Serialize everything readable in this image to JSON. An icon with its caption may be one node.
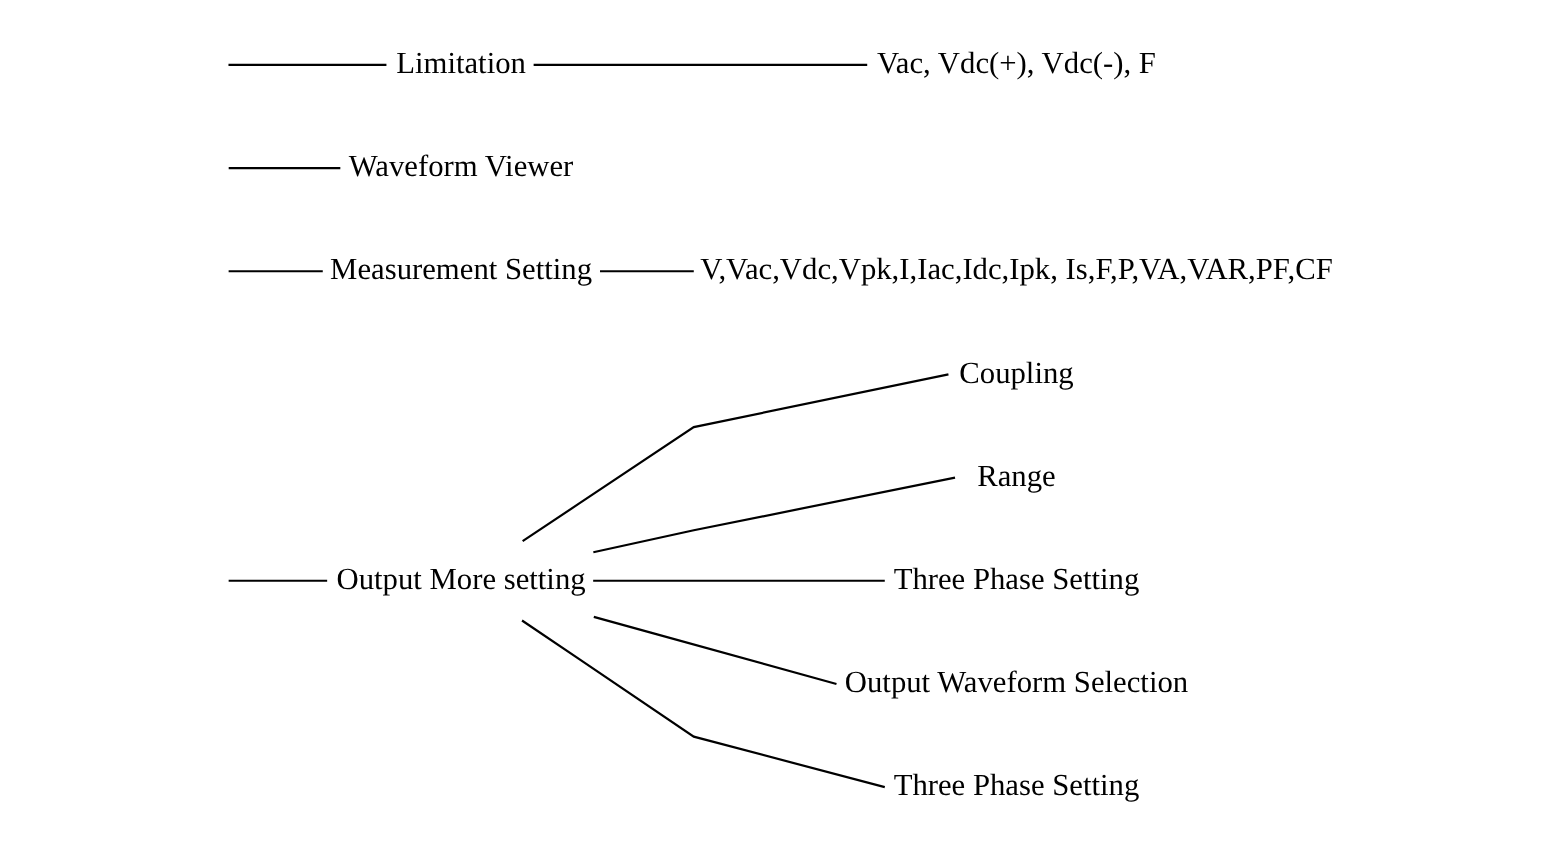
{
  "diagram": {
    "nodes": [
      {
        "text": [
          "Output More setting"
        ]
      },
      {
        "text": [
          "Coupling"
        ]
      },
      {
        "text": [
          "Range"
        ]
      },
      {
        "text": [
          "Three Phase Setting"
        ]
      },
      {
        "text": [
          "Output Waveform Selection"
        ]
      },
      {
        "text": [
          "Three Phase Setting"
        ]
      },
      {
        "text": [
          "Measurement Setting"
        ]
      },
      {
        "text": [
          "V,Vac,Vdc,Vpk,I,Iac,Idc,Ipk, Is,F,P,VA,VAR,PF,CF"
        ]
      },
      {
        "text": [
          "Waveform Viewer"
        ]
      },
      {
        "text": [
          "Limitation"
        ]
      },
      {
        "text": [
          "Vac, Vdc(+), Vdc(-), F"
        ]
      }
    ],
    "edges": [
      {
        "from": null,
        "to": 0,
        "arrow": "none"
      },
      {
        "from": 0,
        "to": 1,
        "arrow": "none"
      },
      {
        "from": 0,
        "to": 2,
        "arrow": "none"
      },
      {
        "from": 0,
        "to": 3,
        "arrow": "none"
      },
      {
        "from": 0,
        "to": 4,
        "arrow": "none"
      },
      {
        "from": 0,
        "to": 5,
        "arrow": "none"
      },
      {
        "from": null,
        "to": 6,
        "arrow": "none"
      },
      {
        "from": 6,
        "to": 7,
        "arrow": "none"
      },
      {
        "from": null,
        "to": 8,
        "arrow": "none"
      },
      {
        "from": null,
        "to": 9,
        "arrow": "none"
      },
      {
        "from": 9,
        "to": 10,
        "arrow": "none"
      }
    ]
  }
}
